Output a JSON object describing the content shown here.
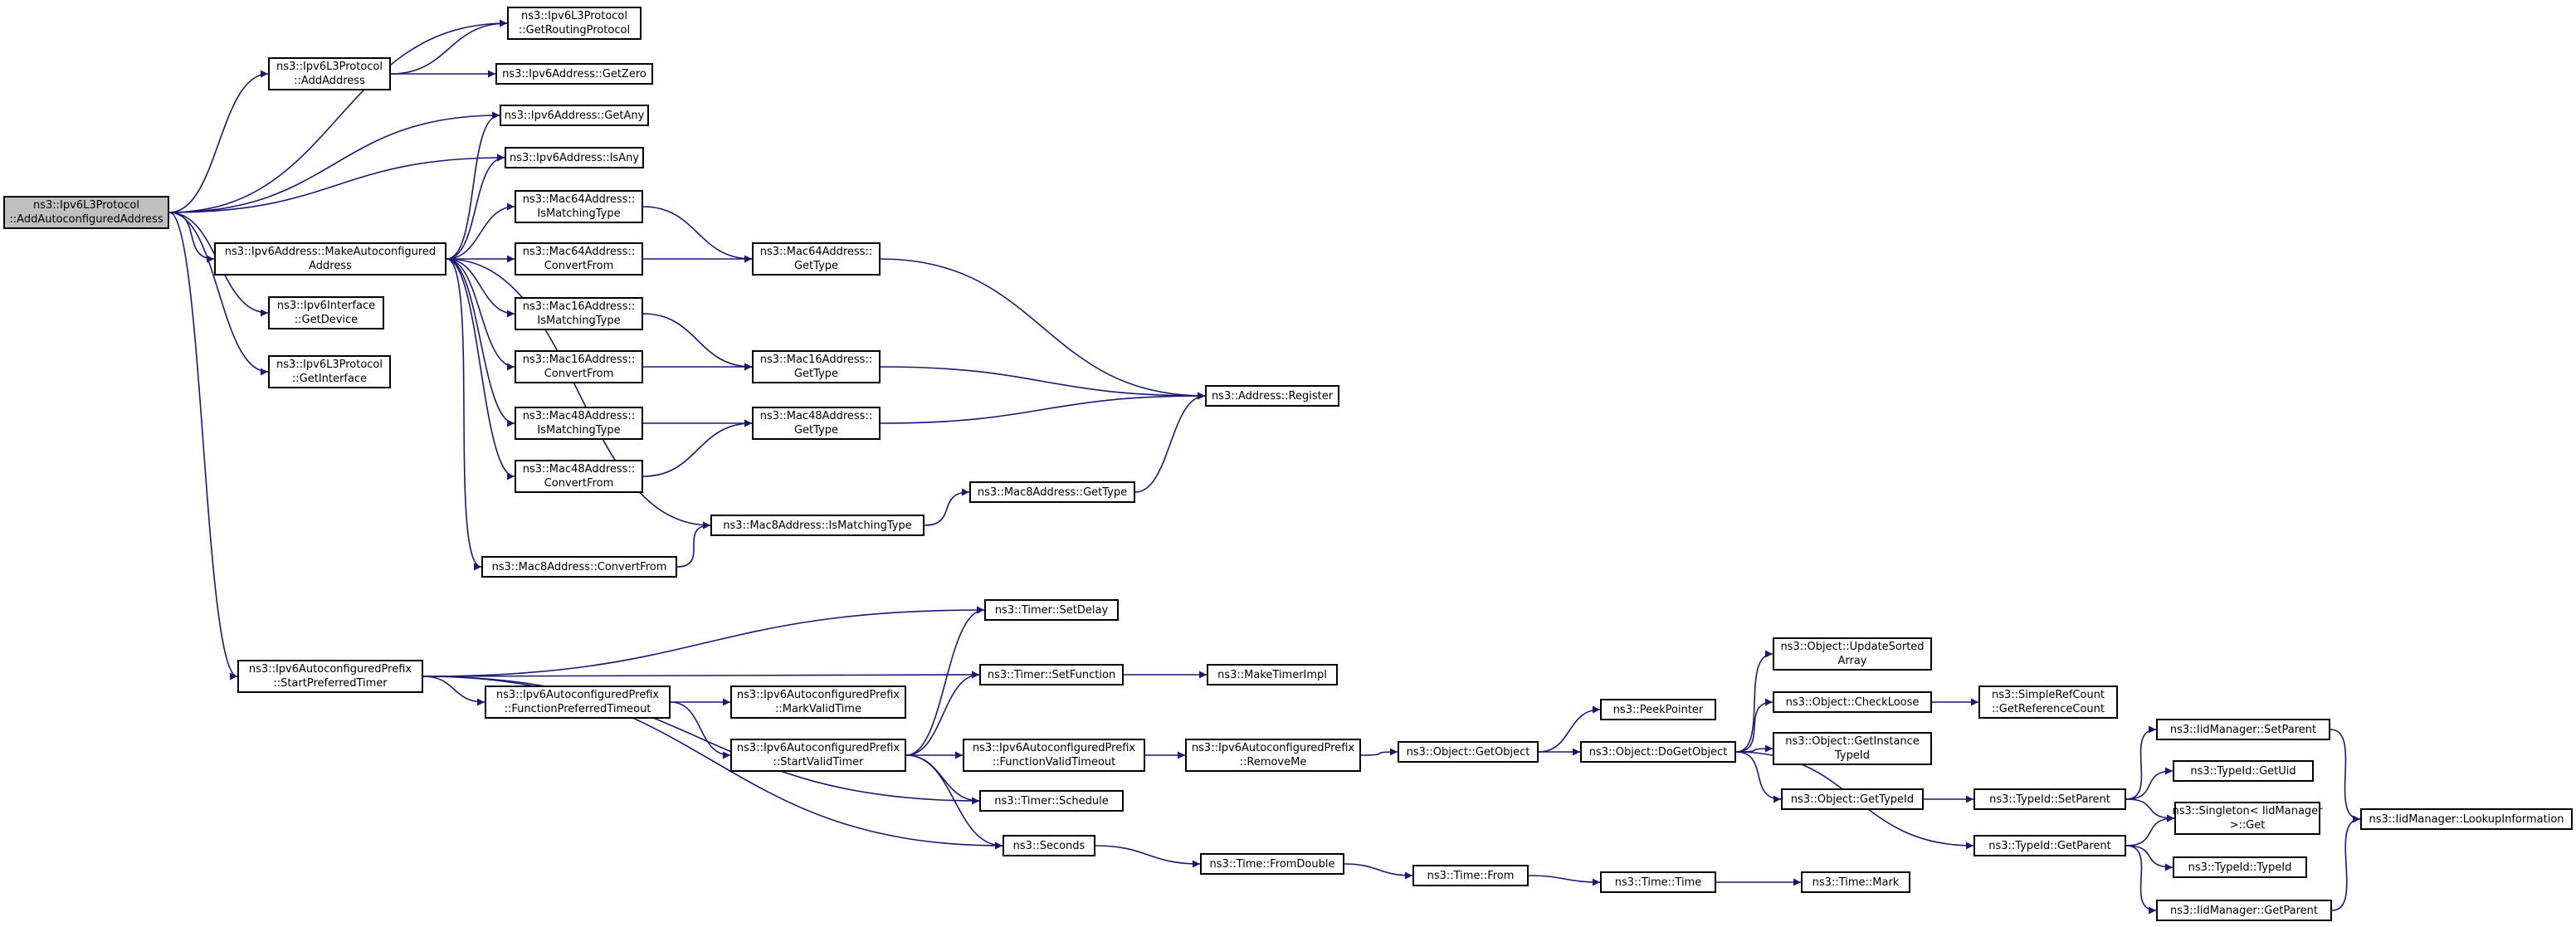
{
  "colors": {
    "edge": "#191970",
    "node_border": "#000000",
    "root_fill": "#bfbfbf",
    "node_fill": "#ffffff"
  },
  "nodes": [
    {
      "id": "root",
      "lines": [
        "ns3::Ipv6L3Protocol",
        "::AddAutoconfiguredAddress"
      ],
      "root": true
    },
    {
      "id": "l3-addaddress",
      "lines": [
        "ns3::Ipv6L3Protocol",
        "::AddAddress"
      ]
    },
    {
      "id": "l3-getroutingprotocol",
      "lines": [
        "ns3::Ipv6L3Protocol",
        "::GetRoutingProtocol"
      ]
    },
    {
      "id": "ipv6addr-getzero",
      "lines": [
        "ns3::Ipv6Address::GetZero"
      ]
    },
    {
      "id": "ipv6addr-getany",
      "lines": [
        "ns3::Ipv6Address::GetAny"
      ]
    },
    {
      "id": "ipv6addr-isany",
      "lines": [
        "ns3::Ipv6Address::IsAny"
      ]
    },
    {
      "id": "ipv6addr-makeautoconfigured",
      "lines": [
        "ns3::Ipv6Address::MakeAutoconfigured",
        "Address"
      ]
    },
    {
      "id": "mac64-ismatchingtype",
      "lines": [
        "ns3::Mac64Address::",
        "IsMatchingType"
      ]
    },
    {
      "id": "mac64-convertfrom",
      "lines": [
        "ns3::Mac64Address::",
        "ConvertFrom"
      ]
    },
    {
      "id": "mac64-gettype",
      "lines": [
        "ns3::Mac64Address::",
        "GetType"
      ]
    },
    {
      "id": "mac16-ismatchingtype",
      "lines": [
        "ns3::Mac16Address::",
        "IsMatchingType"
      ]
    },
    {
      "id": "mac16-convertfrom",
      "lines": [
        "ns3::Mac16Address::",
        "ConvertFrom"
      ]
    },
    {
      "id": "mac16-gettype",
      "lines": [
        "ns3::Mac16Address::",
        "GetType"
      ]
    },
    {
      "id": "mac48-ismatchingtype",
      "lines": [
        "ns3::Mac48Address::",
        "IsMatchingType"
      ]
    },
    {
      "id": "mac48-convertfrom",
      "lines": [
        "ns3::Mac48Address::",
        "ConvertFrom"
      ]
    },
    {
      "id": "mac48-gettype",
      "lines": [
        "ns3::Mac48Address::",
        "GetType"
      ]
    },
    {
      "id": "address-register",
      "lines": [
        "ns3::Address::Register"
      ]
    },
    {
      "id": "mac8-ismatchingtype",
      "lines": [
        "ns3::Mac8Address::IsMatchingType"
      ]
    },
    {
      "id": "mac8-convertfrom",
      "lines": [
        "ns3::Mac8Address::ConvertFrom"
      ]
    },
    {
      "id": "mac8-gettype",
      "lines": [
        "ns3::Mac8Address::GetType"
      ]
    },
    {
      "id": "ipv6interface-getdevice",
      "lines": [
        "ns3::Ipv6Interface",
        "::GetDevice"
      ]
    },
    {
      "id": "l3-getinterface",
      "lines": [
        "ns3::Ipv6L3Protocol",
        "::GetInterface"
      ]
    },
    {
      "id": "prefix-startpreferredtimer",
      "lines": [
        "ns3::Ipv6AutoconfiguredPrefix",
        "::StartPreferredTimer"
      ]
    },
    {
      "id": "prefix-functionpreferredtimeout",
      "lines": [
        "ns3::Ipv6AutoconfiguredPrefix",
        "::FunctionPreferredTimeout"
      ]
    },
    {
      "id": "prefix-markvalidtime",
      "lines": [
        "ns3::Ipv6AutoconfiguredPrefix",
        "::MarkValidTime"
      ]
    },
    {
      "id": "prefix-startvalidtimer",
      "lines": [
        "ns3::Ipv6AutoconfiguredPrefix",
        "::StartValidTimer"
      ]
    },
    {
      "id": "prefix-functionvalidtimeout",
      "lines": [
        "ns3::Ipv6AutoconfiguredPrefix",
        "::FunctionValidTimeout"
      ]
    },
    {
      "id": "prefix-removeme",
      "lines": [
        "ns3::Ipv6AutoconfiguredPrefix",
        "::RemoveMe"
      ]
    },
    {
      "id": "timer-setdelay",
      "lines": [
        "ns3::Timer::SetDelay"
      ]
    },
    {
      "id": "timer-setfunction",
      "lines": [
        "ns3::Timer::SetFunction"
      ]
    },
    {
      "id": "maketimerimpl",
      "lines": [
        "ns3::MakeTimerImpl"
      ]
    },
    {
      "id": "timer-schedule",
      "lines": [
        "ns3::Timer::Schedule"
      ]
    },
    {
      "id": "seconds",
      "lines": [
        "ns3::Seconds"
      ]
    },
    {
      "id": "time-fromdouble",
      "lines": [
        "ns3::Time::FromDouble"
      ]
    },
    {
      "id": "time-from",
      "lines": [
        "ns3::Time::From"
      ]
    },
    {
      "id": "time-time",
      "lines": [
        "ns3::Time::Time"
      ]
    },
    {
      "id": "time-mark",
      "lines": [
        "ns3::Time::Mark"
      ]
    },
    {
      "id": "object-getobject",
      "lines": [
        "ns3::Object::GetObject"
      ]
    },
    {
      "id": "peekpointer",
      "lines": [
        "ns3::PeekPointer"
      ]
    },
    {
      "id": "object-dogetobject",
      "lines": [
        "ns3::Object::DoGetObject"
      ]
    },
    {
      "id": "object-updatesortedarray",
      "lines": [
        "ns3::Object::UpdateSorted",
        "Array"
      ]
    },
    {
      "id": "object-checkloose",
      "lines": [
        "ns3::Object::CheckLoose"
      ]
    },
    {
      "id": "simplerefcount-getreferencecount",
      "lines": [
        "ns3::SimpleRefCount",
        "::GetReferenceCount"
      ]
    },
    {
      "id": "object-getinstancetypeid",
      "lines": [
        "ns3::Object::GetInstance",
        "TypeId"
      ]
    },
    {
      "id": "object-gettypeid",
      "lines": [
        "ns3::Object::GetTypeId"
      ]
    },
    {
      "id": "typeid-setparent",
      "lines": [
        "ns3::TypeId::SetParent"
      ]
    },
    {
      "id": "typeid-getparent",
      "lines": [
        "ns3::TypeId::GetParent"
      ]
    },
    {
      "id": "iidmanager-setparent",
      "lines": [
        "ns3::IidManager::SetParent"
      ]
    },
    {
      "id": "typeid-getuid",
      "lines": [
        "ns3::TypeId::GetUid"
      ]
    },
    {
      "id": "singleton-get",
      "lines": [
        "ns3::Singleton< IidManager",
        " >::Get"
      ]
    },
    {
      "id": "typeid-typeid",
      "lines": [
        "ns3::TypeId::TypeId"
      ]
    },
    {
      "id": "iidmanager-getparent",
      "lines": [
        "ns3::IidManager::GetParent"
      ]
    },
    {
      "id": "iidmanager-lookupinformation",
      "lines": [
        "ns3::IidManager::LookupInformation"
      ]
    }
  ],
  "edges": [
    [
      "root",
      "l3-getroutingprotocol"
    ],
    [
      "root",
      "l3-addaddress"
    ],
    [
      "root",
      "ipv6addr-getany"
    ],
    [
      "root",
      "ipv6addr-isany"
    ],
    [
      "root",
      "ipv6addr-makeautoconfigured"
    ],
    [
      "root",
      "ipv6interface-getdevice"
    ],
    [
      "root",
      "l3-getinterface"
    ],
    [
      "root",
      "prefix-startpreferredtimer"
    ],
    [
      "l3-addaddress",
      "l3-getroutingprotocol"
    ],
    [
      "l3-addaddress",
      "ipv6addr-getzero"
    ],
    [
      "ipv6addr-makeautoconfigured",
      "ipv6addr-getany"
    ],
    [
      "ipv6addr-makeautoconfigured",
      "ipv6addr-isany"
    ],
    [
      "ipv6addr-makeautoconfigured",
      "mac64-ismatchingtype"
    ],
    [
      "ipv6addr-makeautoconfigured",
      "mac64-convertfrom"
    ],
    [
      "ipv6addr-makeautoconfigured",
      "mac16-ismatchingtype"
    ],
    [
      "ipv6addr-makeautoconfigured",
      "mac16-convertfrom"
    ],
    [
      "ipv6addr-makeautoconfigured",
      "mac48-ismatchingtype"
    ],
    [
      "ipv6addr-makeautoconfigured",
      "mac48-convertfrom"
    ],
    [
      "ipv6addr-makeautoconfigured",
      "mac8-ismatchingtype"
    ],
    [
      "ipv6addr-makeautoconfigured",
      "mac8-convertfrom"
    ],
    [
      "mac64-ismatchingtype",
      "mac64-gettype"
    ],
    [
      "mac64-convertfrom",
      "mac64-gettype"
    ],
    [
      "mac64-gettype",
      "address-register"
    ],
    [
      "mac16-ismatchingtype",
      "mac16-gettype"
    ],
    [
      "mac16-convertfrom",
      "mac16-gettype"
    ],
    [
      "mac16-gettype",
      "address-register"
    ],
    [
      "mac48-ismatchingtype",
      "mac48-gettype"
    ],
    [
      "mac48-convertfrom",
      "mac48-gettype"
    ],
    [
      "mac48-gettype",
      "address-register"
    ],
    [
      "mac8-convertfrom",
      "mac8-ismatchingtype"
    ],
    [
      "mac8-ismatchingtype",
      "mac8-gettype"
    ],
    [
      "mac8-gettype",
      "address-register"
    ],
    [
      "prefix-startpreferredtimer",
      "timer-setdelay"
    ],
    [
      "prefix-startpreferredtimer",
      "timer-setfunction"
    ],
    [
      "prefix-startpreferredtimer",
      "prefix-functionpreferredtimeout"
    ],
    [
      "prefix-startpreferredtimer",
      "timer-schedule"
    ],
    [
      "prefix-startpreferredtimer",
      "seconds"
    ],
    [
      "prefix-functionpreferredtimeout",
      "prefix-markvalidtime"
    ],
    [
      "prefix-functionpreferredtimeout",
      "prefix-startvalidtimer"
    ],
    [
      "prefix-startvalidtimer",
      "timer-setdelay"
    ],
    [
      "prefix-startvalidtimer",
      "timer-setfunction"
    ],
    [
      "prefix-startvalidtimer",
      "prefix-functionvalidtimeout"
    ],
    [
      "prefix-startvalidtimer",
      "timer-schedule"
    ],
    [
      "prefix-startvalidtimer",
      "seconds"
    ],
    [
      "timer-setfunction",
      "maketimerimpl"
    ],
    [
      "prefix-functionvalidtimeout",
      "prefix-removeme"
    ],
    [
      "prefix-removeme",
      "object-getobject"
    ],
    [
      "object-getobject",
      "peekpointer"
    ],
    [
      "object-getobject",
      "object-dogetobject"
    ],
    [
      "object-dogetobject",
      "object-updatesortedarray"
    ],
    [
      "object-dogetobject",
      "object-checkloose"
    ],
    [
      "object-dogetobject",
      "object-getinstancetypeid"
    ],
    [
      "object-dogetobject",
      "object-gettypeid"
    ],
    [
      "object-dogetobject",
      "typeid-getparent"
    ],
    [
      "object-checkloose",
      "simplerefcount-getreferencecount"
    ],
    [
      "object-gettypeid",
      "typeid-setparent"
    ],
    [
      "typeid-setparent",
      "iidmanager-setparent"
    ],
    [
      "typeid-setparent",
      "typeid-getuid"
    ],
    [
      "typeid-setparent",
      "singleton-get"
    ],
    [
      "typeid-getparent",
      "singleton-get"
    ],
    [
      "typeid-getparent",
      "typeid-typeid"
    ],
    [
      "typeid-getparent",
      "iidmanager-getparent"
    ],
    [
      "iidmanager-setparent",
      "iidmanager-lookupinformation"
    ],
    [
      "iidmanager-getparent",
      "iidmanager-lookupinformation"
    ],
    [
      "seconds",
      "time-fromdouble"
    ],
    [
      "time-fromdouble",
      "time-from"
    ],
    [
      "time-from",
      "time-time"
    ],
    [
      "time-time",
      "time-mark"
    ]
  ]
}
